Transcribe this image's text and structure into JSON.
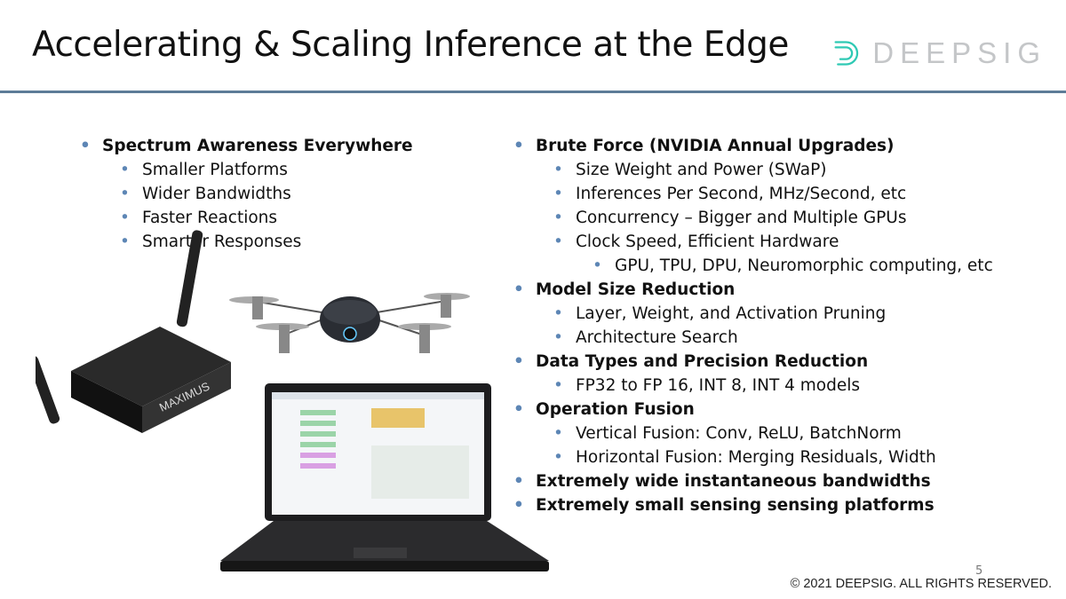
{
  "title": "Accelerating & Scaling Inference at the Edge",
  "logo": {
    "text": "DEEPSIG",
    "color": "#2fc9b4"
  },
  "left_bullets": [
    {
      "level": 1,
      "text": "Spectrum Awareness Everywhere"
    },
    {
      "level": 2,
      "text": "Smaller Platforms"
    },
    {
      "level": 2,
      "text": "Wider Bandwidths"
    },
    {
      "level": 2,
      "text": "Faster Reactions"
    },
    {
      "level": 2,
      "text": "Smarter Responses"
    }
  ],
  "right_bullets": [
    {
      "level": 1,
      "text": "Brute Force (NVIDIA Annual Upgrades)"
    },
    {
      "level": 2,
      "text": "Size Weight and Power (SWaP)"
    },
    {
      "level": 2,
      "text": "Inferences Per Second, MHz/Second, etc"
    },
    {
      "level": 2,
      "text": "Concurrency – Bigger and Multiple GPUs"
    },
    {
      "level": 2,
      "text": "Clock Speed, Efficient Hardware"
    },
    {
      "level": 3,
      "text": "GPU, TPU, DPU, Neuromorphic computing, etc"
    },
    {
      "level": 1,
      "text": "Model Size Reduction"
    },
    {
      "level": 2,
      "text": "Layer, Weight, and Activation Pruning"
    },
    {
      "level": 2,
      "text": "Architecture Search"
    },
    {
      "level": 1,
      "text": "Data Types and Precision Reduction"
    },
    {
      "level": 2,
      "text": "FP32 to FP 16, INT 8, INT 4 models"
    },
    {
      "level": 1,
      "text": "Operation Fusion"
    },
    {
      "level": 2,
      "text": "Vertical Fusion:  Conv, ReLU, BatchNorm"
    },
    {
      "level": 2,
      "text": "Horizontal Fusion:  Merging Residuals, Width"
    },
    {
      "level": 1,
      "text": "Extremely wide instantaneous bandwidths"
    },
    {
      "level": 1,
      "text": "Extremely small sensing sensing platforms"
    }
  ],
  "device_label": "MAXIMUS",
  "page_number": "5",
  "copyright": "© 2021 DEEPSIG. ALL RIGHTS RESERVED."
}
